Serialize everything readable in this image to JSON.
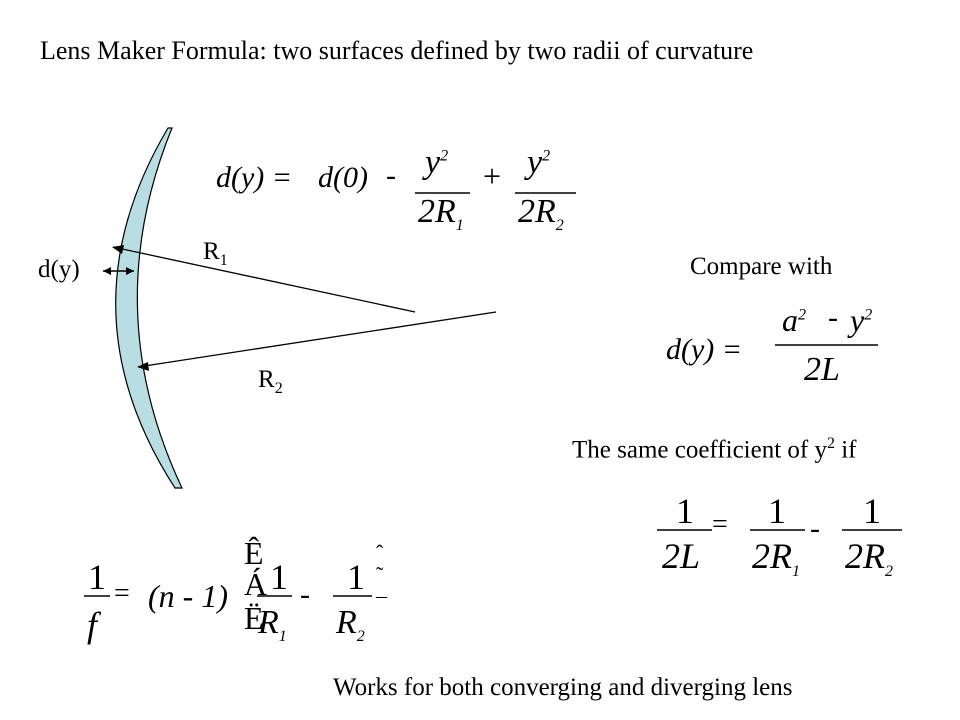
{
  "title": "Lens Maker Formula: two surfaces defined by two radii of curvature",
  "figure": {
    "label_dy": "d(y)",
    "label_r1": "R",
    "label_r1_sub": "1",
    "label_r2": "R",
    "label_r2_sub": "2",
    "lens_fill": "#b8dde3",
    "line_color": "#000000"
  },
  "equations": {
    "eq1": {
      "lhs": "d(y) =",
      "d0": "d(0)",
      "minus": "-",
      "plus": "+",
      "num1": "y",
      "num1_sup": "2",
      "den1": "2R",
      "den1_sub": "1",
      "num2": "y",
      "num2_sup": "2",
      "den2": "2R",
      "den2_sub": "2"
    },
    "compare_label": "Compare with",
    "eq2": {
      "lhs": "d(y) =",
      "num_a": "a",
      "num_a_sup": "2",
      "minus": "-",
      "num_y": "y",
      "num_y_sup": "2",
      "den": "2L"
    },
    "coeff_label_pre": "The same coefficient of y",
    "coeff_label_sup": "2",
    "coeff_label_post": " if",
    "eq3": {
      "num1": "1",
      "den1": "2L",
      "eq": "=",
      "num2": "1",
      "den2": "2R",
      "den2_sub": "1",
      "minus": "-",
      "num3": "1",
      "den3": "2R",
      "den3_sub": "2"
    },
    "eq4": {
      "num_f": "1",
      "den_f": "f",
      "eq": "=",
      "paren": "(n - 1)",
      "glyph_a": "Ê",
      "glyph_b": "Á",
      "glyph_c": "Ë",
      "num_r1": "1",
      "den_r1": "R",
      "den_r1_sub": "1",
      "minus": "-",
      "num_r2": "1",
      "den_r2": "R",
      "den_r2_sub": "2",
      "glyph_d": "ˆ",
      "glyph_e": "˜",
      "glyph_f": "¯"
    }
  },
  "footer": "Works for both converging and diverging lens"
}
